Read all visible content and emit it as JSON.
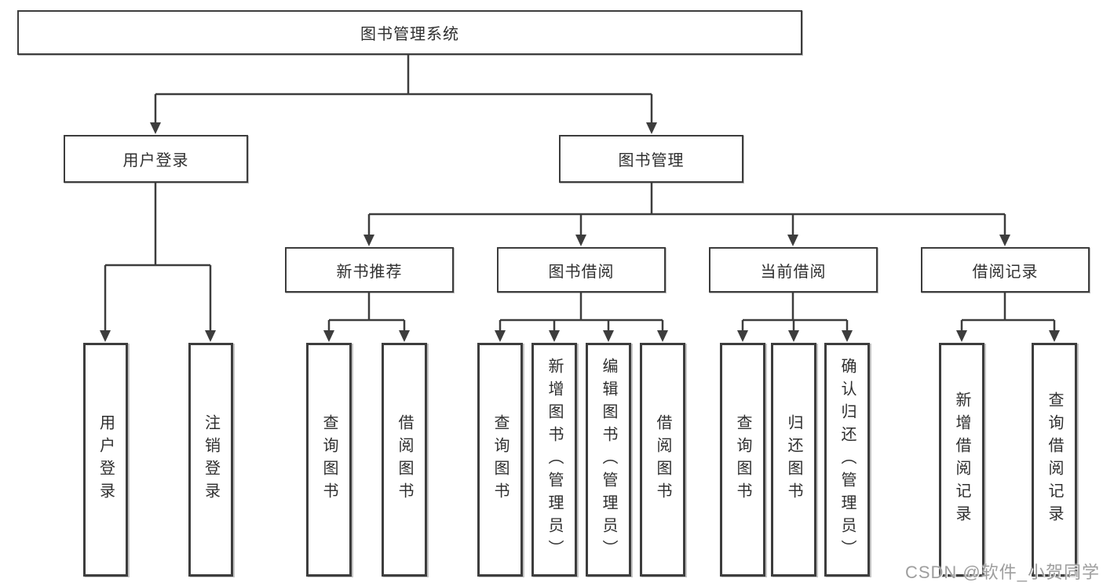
{
  "diagram": {
    "root": {
      "label": "图书管理系统"
    },
    "level1": [
      {
        "label": "用户登录"
      },
      {
        "label": "图书管理"
      }
    ],
    "level2": [
      {
        "label": "新书推荐"
      },
      {
        "label": "图书借阅"
      },
      {
        "label": "当前借阅"
      },
      {
        "label": "借阅记录"
      }
    ],
    "leaves": {
      "login": [
        "用户登录",
        "注销登录"
      ],
      "recommend": [
        "查询图书",
        "借阅图书"
      ],
      "borrow": [
        "查询图书",
        "新增图书（管理员）",
        "编辑图书（管理员）",
        "借阅图书"
      ],
      "current": [
        "查询图书",
        "归还图书",
        "确认归还（管理员）"
      ],
      "records": [
        "新增借阅记录",
        "查询借阅记录"
      ]
    }
  },
  "watermark": {
    "text": "CSDN @软件_小贺同学"
  },
  "colors": {
    "line": "#3d3d3d",
    "box_border": "#3d3d3d",
    "box_bg": "#ffffff",
    "text": "#2f2f2f",
    "watermark": "#9e9e9e"
  }
}
